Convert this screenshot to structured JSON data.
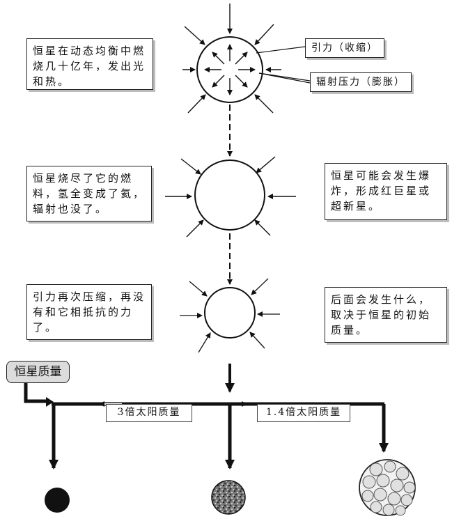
{
  "stage1": {
    "text": "恒星在动态均衡中燃烧几十亿年，发出光和热。"
  },
  "gravity_label": "引力（收缩）",
  "radiation_label": "辐射压力（膨胀）",
  "stage2": {
    "left_text": "恒星烧尽了它的燃料，氢全变成了氦，辐射也没了。",
    "right_text": "恒星可能会发生爆炸，形成红巨星或超新星。"
  },
  "stage3": {
    "left_text": "引力再次压缩，再没有和它相抵抗的力了。",
    "right_text": "后面会发生什么，取决于恒星的初始质量。"
  },
  "mass_label": "恒星质量",
  "branch_left": "3倍太阳质量",
  "branch_right": "1.4倍太阳质量"
}
